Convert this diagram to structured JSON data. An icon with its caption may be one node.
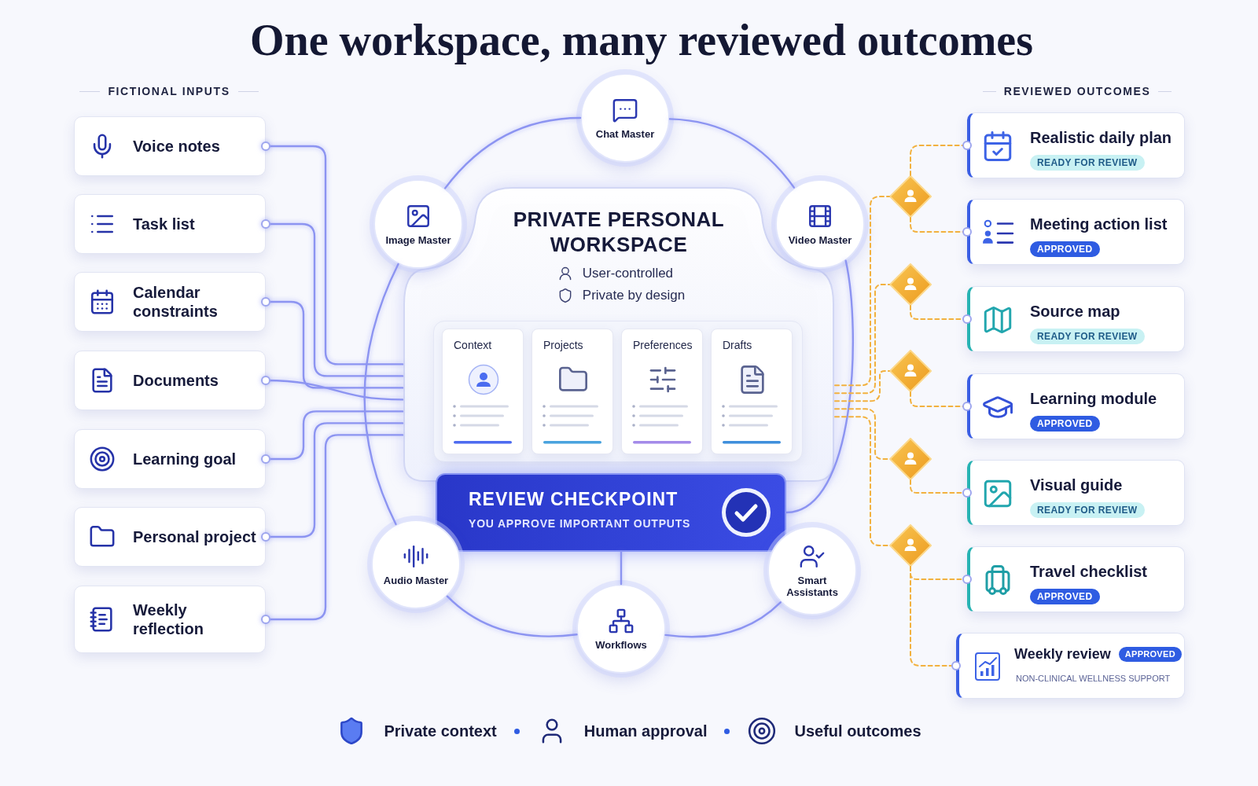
{
  "diagram": {
    "title": "One workspace, many reviewed outcomes",
    "nodes": [
      {
        "text": [
          "Voice notes"
        ]
      },
      {
        "text": [
          "Task list"
        ]
      },
      {
        "text": [
          "Calendar constraints"
        ]
      },
      {
        "text": [
          "Documents"
        ]
      },
      {
        "text": [
          "Learning goal"
        ]
      },
      {
        "text": [
          "Personal project"
        ]
      },
      {
        "text": [
          "Weekly reflection"
        ]
      },
      {
        "text": [
          "Chat Master"
        ]
      },
      {
        "text": [
          "Image Master"
        ]
      },
      {
        "text": [
          "Video Master"
        ]
      },
      {
        "text": [
          "PRIVATE PERSONAL WORKSPACE",
          "User-controlled",
          "Private by design"
        ]
      },
      {
        "text": [
          "Context"
        ],
        "in": 10
      },
      {
        "text": [
          "Projects"
        ],
        "in": 10
      },
      {
        "text": [
          "Preferences"
        ],
        "in": 10
      },
      {
        "text": [
          "Drafts"
        ],
        "in": 10
      },
      {
        "text": [
          "REVIEW CHECKPOINT",
          "YOU APPROVE IMPORTANT OUTPUTS"
        ]
      },
      {
        "text": [
          "Audio Master"
        ]
      },
      {
        "text": [
          "Workflows"
        ]
      },
      {
        "text": [
          "Smart Assistants"
        ]
      },
      {
        "text": [],
        "shape": "diamond"
      },
      {
        "text": [],
        "shape": "diamond"
      },
      {
        "text": [],
        "shape": "diamond"
      },
      {
        "text": [],
        "shape": "diamond"
      },
      {
        "text": [],
        "shape": "diamond"
      },
      {
        "text": [
          "Realistic daily plan",
          "READY FOR REVIEW"
        ]
      },
      {
        "text": [
          "Meeting action list",
          "APPROVED"
        ]
      },
      {
        "text": [
          "Source map",
          "READY FOR REVIEW"
        ]
      },
      {
        "text": [
          "Learning module",
          "APPROVED"
        ]
      },
      {
        "text": [
          "Visual guide",
          "READY FOR REVIEW"
        ]
      },
      {
        "text": [
          "Travel checklist",
          "APPROVED"
        ]
      },
      {
        "text": [
          "Weekly review",
          "APPROVED",
          "NON-CLINICAL WELLNESS SUPPORT"
        ]
      }
    ],
    "edges": [
      {
        "from": 10,
        "to": 0,
        "arrow": "other"
      },
      {
        "from": 10,
        "to": 1,
        "arrow": "other"
      },
      {
        "from": 10,
        "to": 2,
        "arrow": "other"
      },
      {
        "from": 10,
        "to": 3,
        "arrow": "other"
      },
      {
        "from": 10,
        "to": 4,
        "arrow": "other"
      },
      {
        "from": 10,
        "to": 5,
        "arrow": "other"
      },
      {
        "from": 10,
        "to": 6,
        "arrow": "other"
      },
      {
        "from": 7,
        "to": 8,
        "arrow": "none"
      },
      {
        "from": 7,
        "to": 9,
        "arrow": "none"
      },
      {
        "from": 8,
        "to": 16,
        "arrow": "none"
      },
      {
        "from": 9,
        "to": 15,
        "arrow": "none"
      },
      {
        "from": 16,
        "to": 17,
        "arrow": "none"
      },
      {
        "from": 17,
        "to": 18,
        "arrow": "none"
      },
      {
        "from": 15,
        "to": 17,
        "arrow": "none"
      },
      {
        "from": 10,
        "to": 19,
        "arrow": "none",
        "style": "dashed",
        "color": "#f2b13f"
      },
      {
        "from": 10,
        "to": 20,
        "arrow": "none",
        "style": "dashed",
        "color": "#f2b13f"
      },
      {
        "from": 10,
        "to": 21,
        "arrow": "none",
        "style": "dashed",
        "color": "#f2b13f"
      },
      {
        "from": 10,
        "to": 22,
        "arrow": "none",
        "style": "dashed",
        "color": "#f2b13f"
      },
      {
        "from": 10,
        "to": 23,
        "arrow": "none",
        "style": "dashed",
        "color": "#f2b13f"
      },
      {
        "from": 19,
        "to": 24,
        "arrow": "other",
        "style": "dashed",
        "color": "#f2b13f"
      },
      {
        "from": 19,
        "to": 25,
        "arrow": "other",
        "style": "dashed",
        "color": "#f2b13f"
      },
      {
        "from": 20,
        "to": 26,
        "arrow": "other",
        "style": "dashed",
        "color": "#f2b13f"
      },
      {
        "from": 21,
        "to": 27,
        "arrow": "other",
        "style": "dashed",
        "color": "#f2b13f"
      },
      {
        "from": 22,
        "to": 28,
        "arrow": "other",
        "style": "dashed",
        "color": "#f2b13f"
      },
      {
        "from": 23,
        "to": 29,
        "arrow": "other",
        "style": "dashed",
        "color": "#f2b13f"
      },
      {
        "from": 23,
        "to": 30,
        "arrow": "other",
        "style": "dashed",
        "color": "#f2b13f"
      }
    ],
    "labels": [
      "FICTIONAL INPUTS",
      "REVIEWED OUTCOMES",
      "Private context",
      "Human approval",
      "Useful outcomes"
    ]
  }
}
